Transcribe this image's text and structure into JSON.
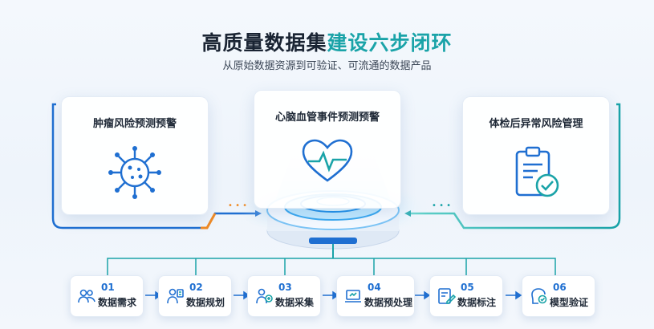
{
  "title": {
    "part1": "高质量数据集",
    "part2": "建设六步闭环"
  },
  "subtitle": "从原始数据资源到可验证、可流通的数据产品",
  "scenarios": [
    {
      "label": "肿瘤风险预测预警",
      "icon": "virus-icon"
    },
    {
      "label": "心脑血管事件预测预警",
      "icon": "heart-pulse-icon"
    },
    {
      "label": "体检后异常风险管理",
      "icon": "clipboard-check-icon"
    }
  ],
  "steps": [
    {
      "num": "01",
      "label": "数据需求",
      "icon": "team-icon"
    },
    {
      "num": "02",
      "label": "数据规划",
      "icon": "planning-icon"
    },
    {
      "num": "03",
      "label": "数据采集",
      "icon": "collect-icon"
    },
    {
      "num": "04",
      "label": "数据预处理",
      "icon": "laptop-process-icon"
    },
    {
      "num": "05",
      "label": "数据标注",
      "icon": "annotate-icon"
    },
    {
      "num": "06",
      "label": "模型验证",
      "icon": "model-verify-icon"
    }
  ],
  "colors": {
    "blue": "#1f6fd1",
    "teal": "#1aa3a8",
    "orange": "#f08a24"
  }
}
